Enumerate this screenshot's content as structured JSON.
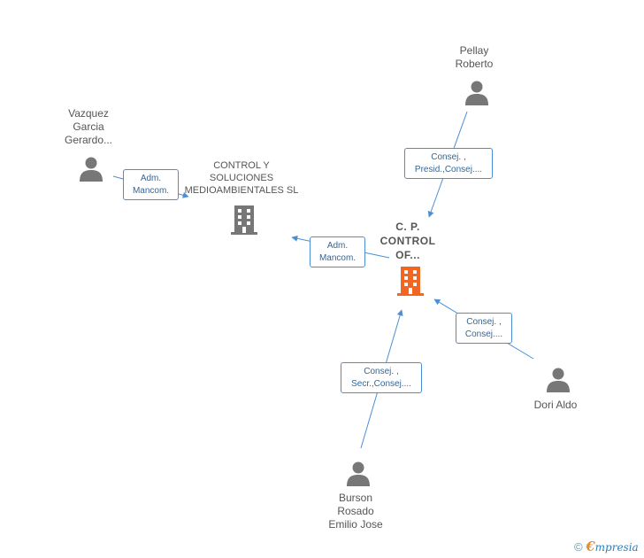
{
  "nodes": {
    "pellay": {
      "name_lines": [
        "Pellay",
        "Roberto"
      ],
      "kind": "person",
      "color": "#777777"
    },
    "vazquez": {
      "name_lines": [
        "Vazquez",
        "Garcia",
        "Gerardo..."
      ],
      "kind": "person",
      "color": "#777777"
    },
    "control_soluciones": {
      "name_lines": [
        "CONTROL Y",
        "SOLUCIONES",
        "MEDIOAMBIENTALES SL"
      ],
      "kind": "company",
      "color": "#777777"
    },
    "cp_control": {
      "name_lines": [
        "C. P.",
        "CONTROL",
        "OF..."
      ],
      "kind": "company",
      "color": "#f26522"
    },
    "dori": {
      "name_lines": [
        "Dori Aldo"
      ],
      "kind": "person",
      "color": "#777777"
    },
    "burson": {
      "name_lines": [
        "Burson",
        "Rosado",
        "Emilio Jose"
      ],
      "kind": "person",
      "color": "#777777"
    }
  },
  "relations": {
    "pellay_cp": [
      "Consej. ,",
      "Presid.,Consej...."
    ],
    "vazquez_control": [
      "Adm.",
      "Mancom."
    ],
    "cp_control": [
      "Adm.",
      "Mancom."
    ],
    "dori_cp": [
      "Consej. ,",
      "Consej...."
    ],
    "burson_cp": [
      "Consej. ,",
      "Secr.,Consej...."
    ]
  },
  "colors": {
    "edge": "#4a8fd6",
    "person_icon": "#777777",
    "company_icon": "#777777",
    "highlight_company": "#f26522"
  },
  "footer": {
    "copyright": "©",
    "brand_first": "€",
    "brand_rest": "mpresia"
  }
}
